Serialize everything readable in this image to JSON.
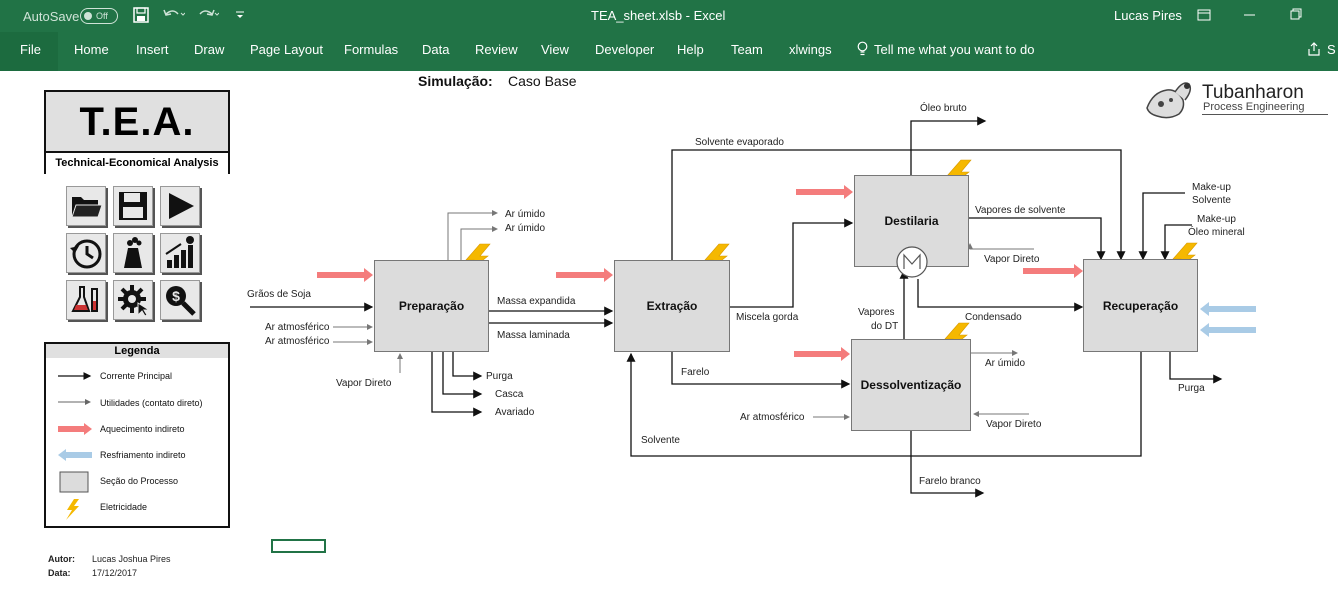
{
  "window": {
    "autosave_label": "AutoSave",
    "autosave_state": "Off",
    "title": "TEA_sheet.xlsb  -  Excel",
    "user": "Lucas Pires"
  },
  "ribbon": {
    "tabs": [
      "File",
      "Home",
      "Insert",
      "Draw",
      "Page Layout",
      "Formulas",
      "Data",
      "Review",
      "View",
      "Developer",
      "Help",
      "Team",
      "xlwings"
    ],
    "tell_me": "Tell me what you want to do",
    "share": "S"
  },
  "sheet": {
    "sim_label": "Simulação:",
    "sim_value": "Caso Base",
    "tea": {
      "title": "T.E.A.",
      "subtitle": "Technical-Economical Analysis"
    },
    "logo": {
      "name": "Tubanharon",
      "tagline": "Process Engineering"
    },
    "legend": {
      "title": "Legenda",
      "items": [
        "Corrente Principal",
        "Utilidades (contato direto)",
        "Aquecimento indireto",
        "Resfriamento indireto",
        "Seção do Processo",
        "Eletricidade"
      ]
    },
    "author_label": "Autor:",
    "author_value": "Lucas Joshua Pires",
    "date_label": "Data:",
    "date_value": "17/12/2017"
  },
  "diagram": {
    "blocks": {
      "preparacao": "Preparação",
      "extracao": "Extração",
      "destilaria": "Destilaria",
      "dessolventizacao": "Dessolventização",
      "recuperacao": "Recuperação"
    },
    "labels": {
      "graos": "Grãos de Soja",
      "ar_atm1": "Ar atmosférico",
      "ar_atm2": "Ar atmosférico",
      "vapor_direto_prep": "Vapor Direto",
      "ar_umido1": "Ar úmido",
      "ar_umido2": "Ar úmido",
      "massa_expandida": "Massa expandida",
      "massa_laminada": "Massa laminada",
      "purga_prep": "Purga",
      "casca": "Casca",
      "avariado": "Avariado",
      "solvente_evaporado": "Solvente evaporado",
      "oleo_bruto": "Óleo bruto",
      "vapores_solvente": "Vapores de solvente",
      "vapor_direto_dest": "Vapor Direto",
      "miscela": "Miscela gorda",
      "vapores_dt_1": "Vapores",
      "vapores_dt_2": "do DT",
      "condensado": "Condensado",
      "farelo": "Farelo",
      "ar_umido_dt": "Ar úmido",
      "ar_atm_dt": "Ar atmosférico",
      "vapor_direto_dt": "Vapor Direto",
      "solvente": "Solvente",
      "farelo_branco": "Farelo branco",
      "makeup_solv_1": "Make-up",
      "makeup_solv_2": "Solvente",
      "makeup_oleo_1": "Make-up",
      "makeup_oleo_2": "Óleo mineral",
      "purga_rec": "Purga"
    }
  },
  "colors": {
    "excel_green": "#217346",
    "heating_arrow": "#f47c7c",
    "cooling_arrow": "#a9cbe6",
    "block_fill": "#dcdcdc",
    "lightning": "#f5b800"
  }
}
